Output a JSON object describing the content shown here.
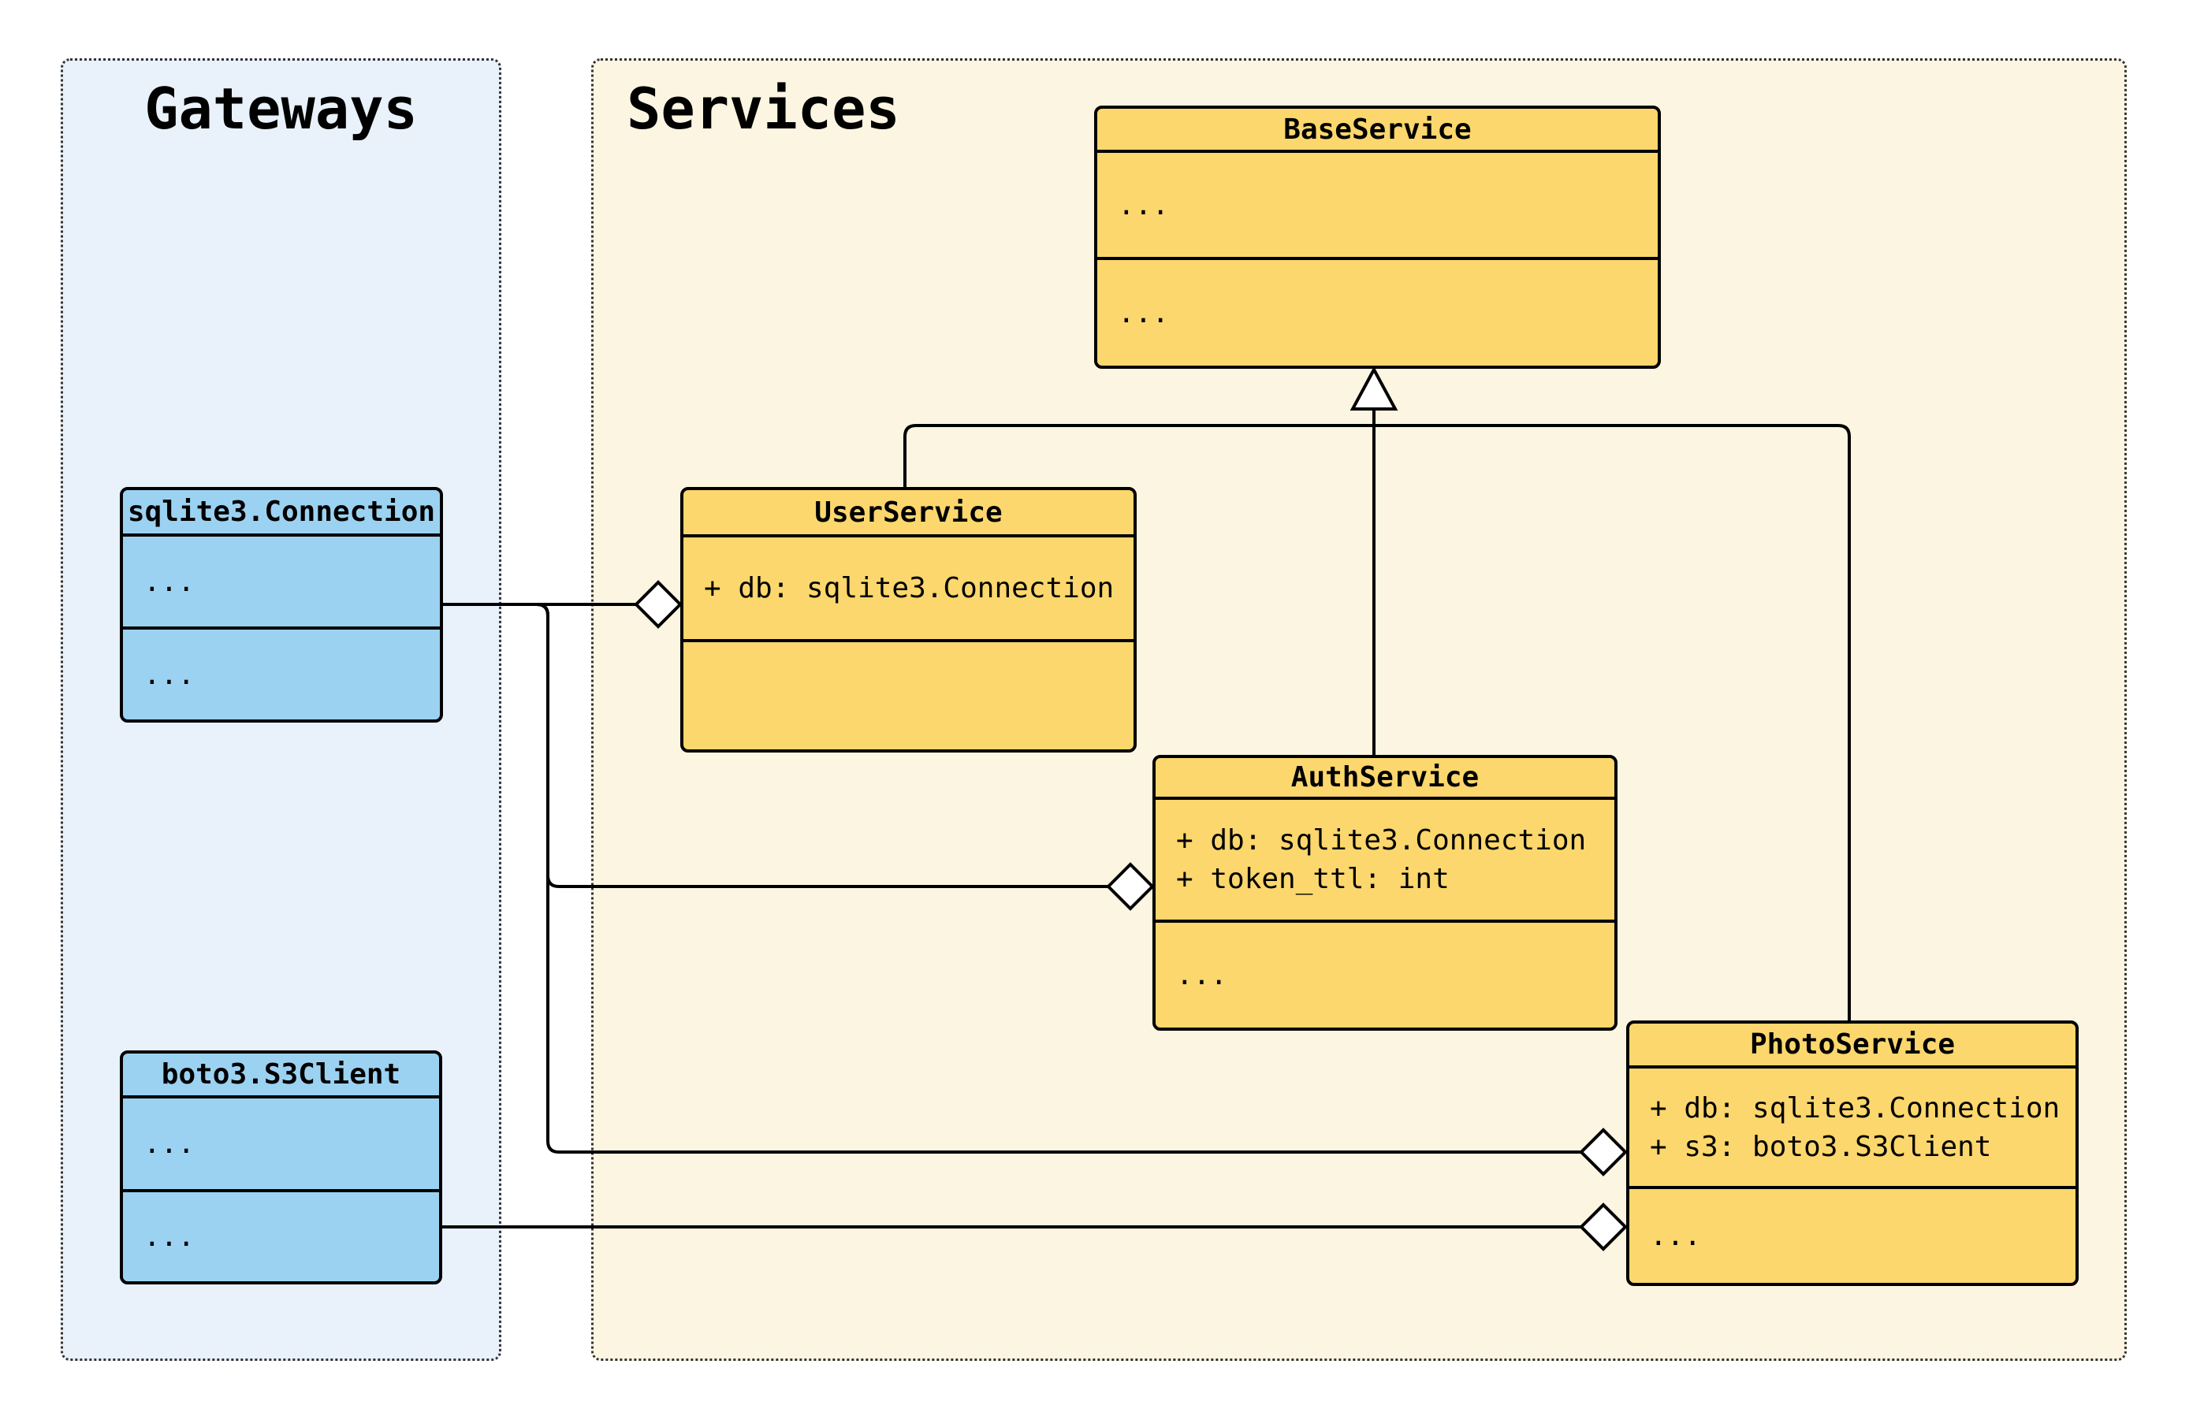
{
  "diagram_type": "uml-class-diagram",
  "panels": {
    "gateways": {
      "title": "Gateways"
    },
    "services": {
      "title": "Services"
    }
  },
  "classes": {
    "sqlite3_connection": {
      "name": "sqlite3.Connection",
      "attributes": [
        "..."
      ],
      "methods": [
        "..."
      ]
    },
    "boto3_s3client": {
      "name": "boto3.S3Client",
      "attributes": [
        "..."
      ],
      "methods": [
        "..."
      ]
    },
    "base_service": {
      "name": "BaseService",
      "attributes": [
        "..."
      ],
      "methods": [
        "..."
      ]
    },
    "user_service": {
      "name": "UserService",
      "attributes": [
        "+ db: sqlite3.Connection"
      ],
      "methods": []
    },
    "auth_service": {
      "name": "AuthService",
      "attributes": [
        "+ db: sqlite3.Connection",
        "+ token_ttl: int"
      ],
      "methods": [
        "..."
      ]
    },
    "photo_service": {
      "name": "PhotoService",
      "attributes": [
        "+ db: sqlite3.Connection",
        "+ s3: boto3.S3Client"
      ],
      "methods": [
        "..."
      ]
    }
  },
  "relationships": [
    {
      "type": "inheritance",
      "child": "UserService",
      "parent": "BaseService"
    },
    {
      "type": "inheritance",
      "child": "AuthService",
      "parent": "BaseService"
    },
    {
      "type": "inheritance",
      "child": "PhotoService",
      "parent": "BaseService"
    },
    {
      "type": "aggregation",
      "owner": "UserService",
      "part": "sqlite3.Connection"
    },
    {
      "type": "aggregation",
      "owner": "AuthService",
      "part": "sqlite3.Connection"
    },
    {
      "type": "aggregation",
      "owner": "PhotoService",
      "part": "sqlite3.Connection"
    },
    {
      "type": "aggregation",
      "owner": "PhotoService",
      "part": "boto3.S3Client"
    }
  ],
  "colors": {
    "services_class_fill": "#FBD76D",
    "gateways_class_fill": "#9CD2F1",
    "gateways_panel_fill": "#E9F1FA",
    "services_panel_fill": "#FCF5E1",
    "stroke": "#000000",
    "panel_border": "#333333",
    "background": "#FFFFFF"
  }
}
